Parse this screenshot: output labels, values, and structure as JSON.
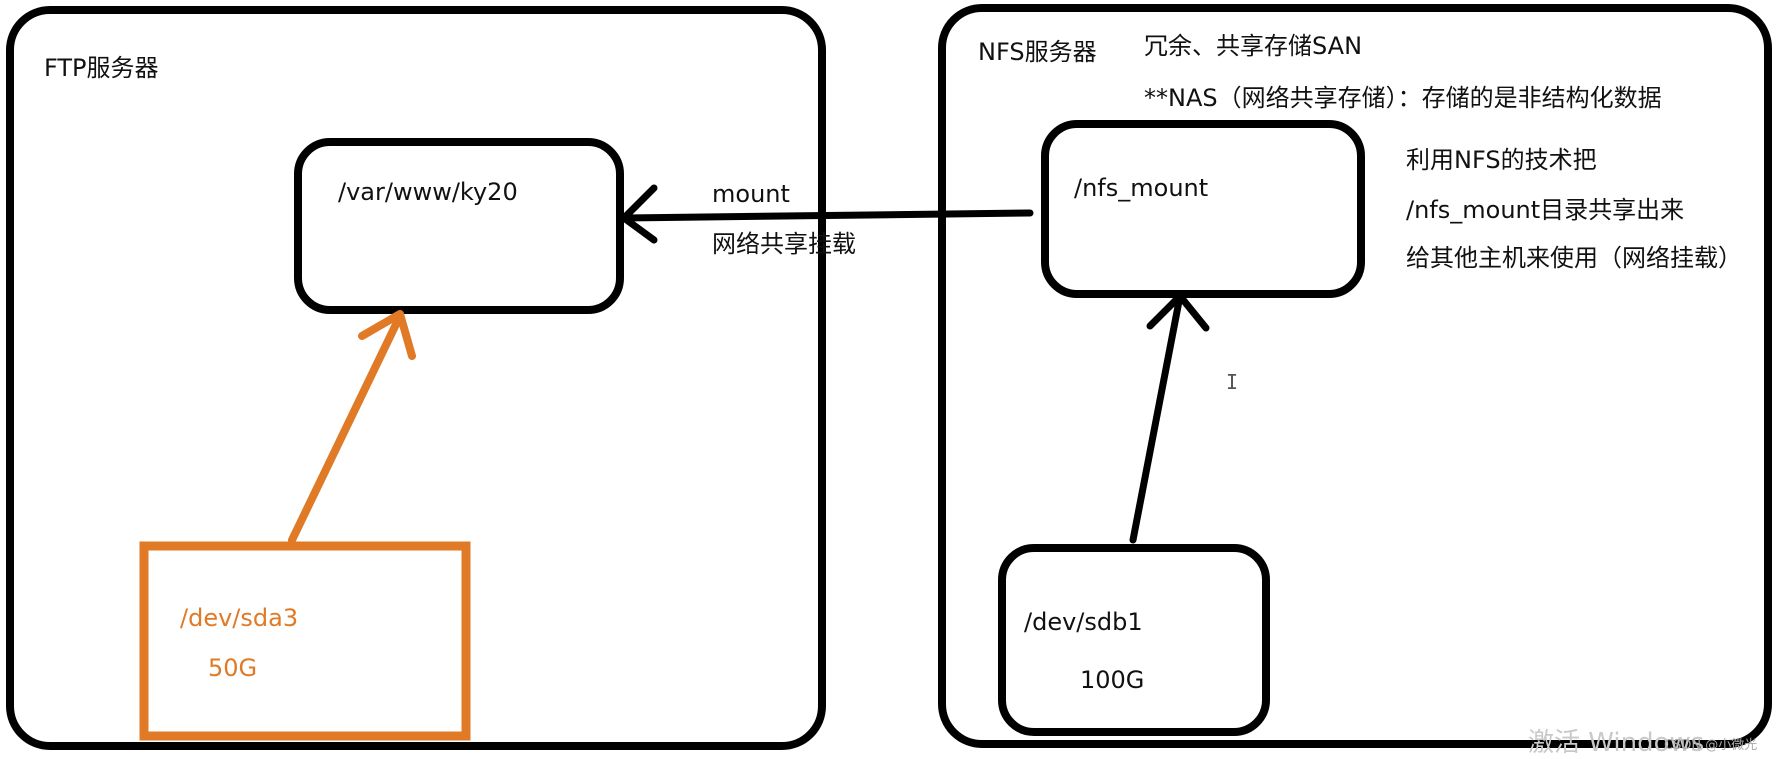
{
  "ftp_server": {
    "title": "FTP服务器",
    "mount_point": "/var/www/ky20",
    "disk": {
      "device": "/dev/sda3",
      "size": "50G"
    }
  },
  "nfs_server": {
    "title": "NFS服务器",
    "note_san": "冗余、共享存储SAN",
    "note_nas": "**NAS（网络共享存储）：存储的是非结构化数据",
    "export_dir": "/nfs_mount",
    "disk": {
      "device": "/dev/sdb1",
      "size": "100G"
    },
    "explanation": [
      "利用NFS的技术把",
      "/nfs_mount目录共享出来",
      "给其他主机来使用（网络挂载）"
    ]
  },
  "link": {
    "label_en": "mount",
    "label_zh": "网络共享挂载"
  },
  "overlay": {
    "watermark": "激活 Windows",
    "credit": "CSDN @小微光"
  },
  "colors": {
    "stroke": "#000000",
    "disk_accent": "#e07a26",
    "background": "#ffffff"
  },
  "icons": {
    "text_cursor": "I-beam"
  }
}
